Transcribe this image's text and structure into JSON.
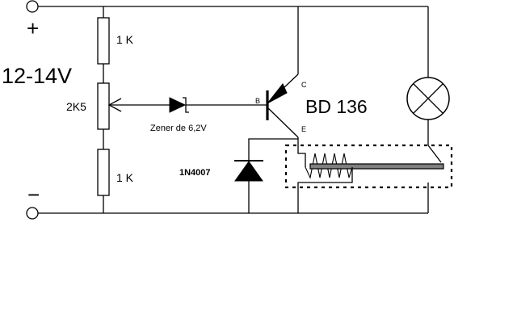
{
  "supply": {
    "plus_symbol": "+",
    "minus_symbol": "−",
    "voltage": "12-14V"
  },
  "resistors": {
    "r1": "1 K",
    "pot": "2K5",
    "r2": "1 K"
  },
  "zener": {
    "label": "Zener de 6,2V"
  },
  "diode": {
    "label": "1N4007"
  },
  "transistor": {
    "name": "BD 136",
    "base": "B",
    "collector": "C",
    "emitter": "E"
  }
}
